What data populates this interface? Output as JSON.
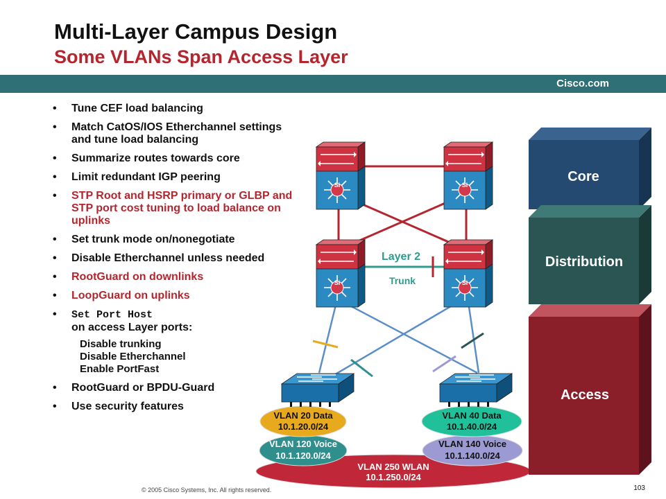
{
  "title": "Multi-Layer Campus Design",
  "subtitle": "Some VLANs Span Access Layer",
  "brand": "Cisco.com",
  "bullets": [
    {
      "text": "Tune CEF load balancing",
      "color": "black"
    },
    {
      "text": "Match CatOS/IOS Etherchannel settings and tune load balancing",
      "color": "black"
    },
    {
      "text": "Summarize routes towards core",
      "color": "black"
    },
    {
      "text": "Limit redundant IGP peering",
      "color": "black"
    },
    {
      "text": "STP Root and HSRP primary or GLBP and STP port cost tuning to load balance on uplinks",
      "color": "red"
    },
    {
      "text": "Set trunk mode on/nonegotiate",
      "color": "black"
    },
    {
      "text": "Disable Etherchannel unless needed",
      "color": "black"
    },
    {
      "text": "RootGuard on downlinks",
      "color": "red"
    },
    {
      "text": "LoopGuard on uplinks",
      "color": "red"
    },
    {
      "code": "Set Port Host",
      "text": "on access Layer ports:",
      "sub": [
        "Disable trunking",
        "Disable Etherchannel",
        "Enable PortFast"
      ]
    },
    {
      "text": "RootGuard or BPDU-Guard",
      "color": "black"
    },
    {
      "text": "Use security features",
      "color": "black"
    }
  ],
  "layers": {
    "core": "Core",
    "distribution": "Distribution",
    "access": "Access"
  },
  "layer_colors": {
    "core": "#254a72",
    "distribution": "#2b5552",
    "access": "#8a1f2a"
  },
  "link_labels": {
    "layer2": "Layer 2",
    "trunk": "Trunk"
  },
  "switch_glyph": "Si",
  "vlans": {
    "vlan20": {
      "name": "VLAN 20 Data",
      "subnet": "10.1.20.0/24",
      "color": "#e7a91e"
    },
    "vlan120": {
      "name": "VLAN 120 Voice",
      "subnet": "10.1.120.0/24",
      "color": "#2e8f8d"
    },
    "vlan40": {
      "name": "VLAN 40 Data",
      "subnet": "10.1.40.0/24",
      "color": "#1fc09a"
    },
    "vlan140": {
      "name": "VLAN 140 Voice",
      "subnet": "10.1.140.0/24",
      "color": "#9c9ad2"
    },
    "vlan250": {
      "name": "VLAN 250 WLAN",
      "subnet": "10.1.250.0/24",
      "color": "#c0283a"
    }
  },
  "footer": "© 2005 Cisco Systems, Inc. All rights reserved.",
  "page_number": "103"
}
